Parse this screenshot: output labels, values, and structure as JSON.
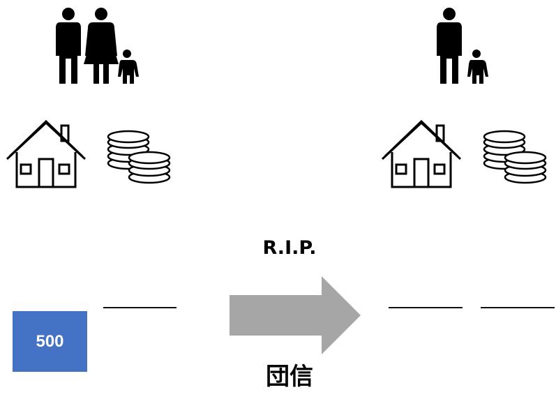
{
  "diagram": {
    "title_label": "R.I.P.",
    "bottom_label": "団信",
    "amount_box": {
      "value": "500",
      "color": "#4472C4"
    },
    "arrow_color": "#A6A6A6",
    "icon_color": "#000000"
  }
}
